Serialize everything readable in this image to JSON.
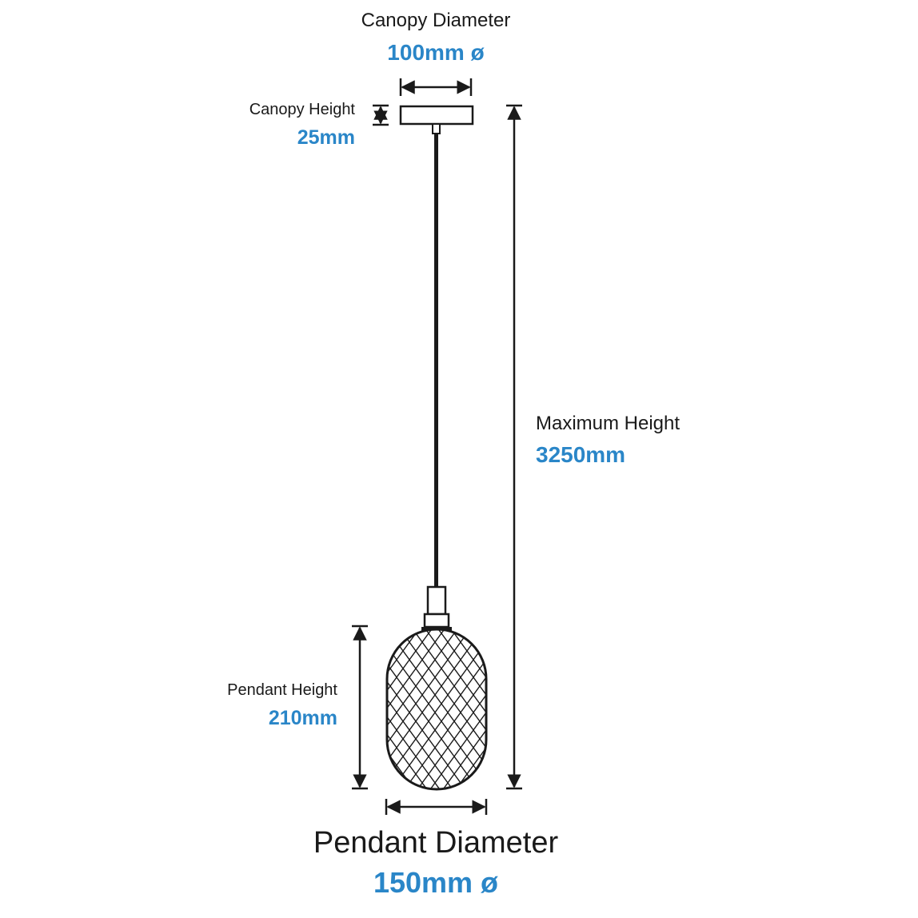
{
  "canopy_diameter": {
    "label": "Canopy Diameter",
    "value": "100mm ø"
  },
  "canopy_height": {
    "label": "Canopy Height",
    "value": "25mm"
  },
  "maximum_height": {
    "label": "Maximum Height",
    "value": "3250mm"
  },
  "pendant_height": {
    "label": "Pendant Height",
    "value": "210mm"
  },
  "pendant_diameter": {
    "label": "Pendant Diameter",
    "value": "150mm ø"
  },
  "colors": {
    "line": "#1a1a1a",
    "value_text": "#2a86c8",
    "label_text": "#1a1a1a",
    "background": "#ffffff"
  }
}
